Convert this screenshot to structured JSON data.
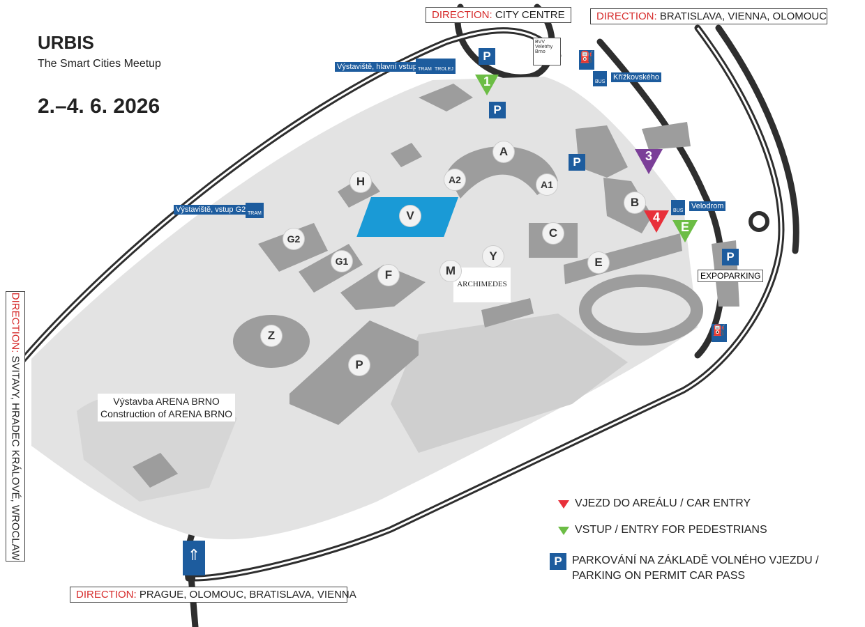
{
  "header": {
    "title": "URBIS",
    "subtitle": "The Smart Cities Meetup",
    "date": "2.–4. 6. 2026"
  },
  "directions": {
    "prefix": "DIRECTION:",
    "city_centre": "CITY CENTRE",
    "bratislava": "BRATISLAVA, VIENNA, OLOMOUC",
    "svitavy": "SVITAVY, HRADEC KRÁLOVÉ, WROCLAW",
    "prague": "PRAGUE, OLOMOUC, BRATISLAVA, VIENNA"
  },
  "stops": {
    "main": "Výstaviště, hlavní vstup",
    "g2": "Výstaviště, vstup G2",
    "krizkovskeho": "Křížkovského",
    "velodrom": "Velodrom",
    "tram": "TRAM",
    "trolej": "TROLEJ",
    "bus": "BUS"
  },
  "logos": {
    "bvv": "BVV Veletrhy Brno",
    "archimedes": "ARCHIMEDES"
  },
  "buildings": [
    "A",
    "A2",
    "A1",
    "B",
    "C",
    "E",
    "F",
    "G2",
    "G1",
    "H",
    "M",
    "P",
    "V",
    "Y",
    "Z"
  ],
  "entries": {
    "e1": "1",
    "e3": "3",
    "e4": "4",
    "eE": "E"
  },
  "labels": {
    "arena_cz": "Výstavba ARENA BRNO",
    "arena_en": "Construction of ARENA BRNO",
    "expoparking": "EXPOPARKING",
    "parking": "P"
  },
  "legend": {
    "car_entry": "VJEZD DO AREÁLU / CAR ENTRY",
    "pedestrian": "VSTUP / ENTRY FOR PEDESTRIANS",
    "parking_1": "PARKOVÁNÍ NA ZÁKLADĚ VOLNÉHO VJEZDU /",
    "parking_2": "PARKING ON PERMIT CAR PASS"
  },
  "colors": {
    "highlight": "#1a9ad6",
    "car_entry": "#e8303a",
    "pedestrian": "#6cbd45",
    "entry3": "#7b3f98",
    "brand_blue": "#1d5c9e"
  }
}
